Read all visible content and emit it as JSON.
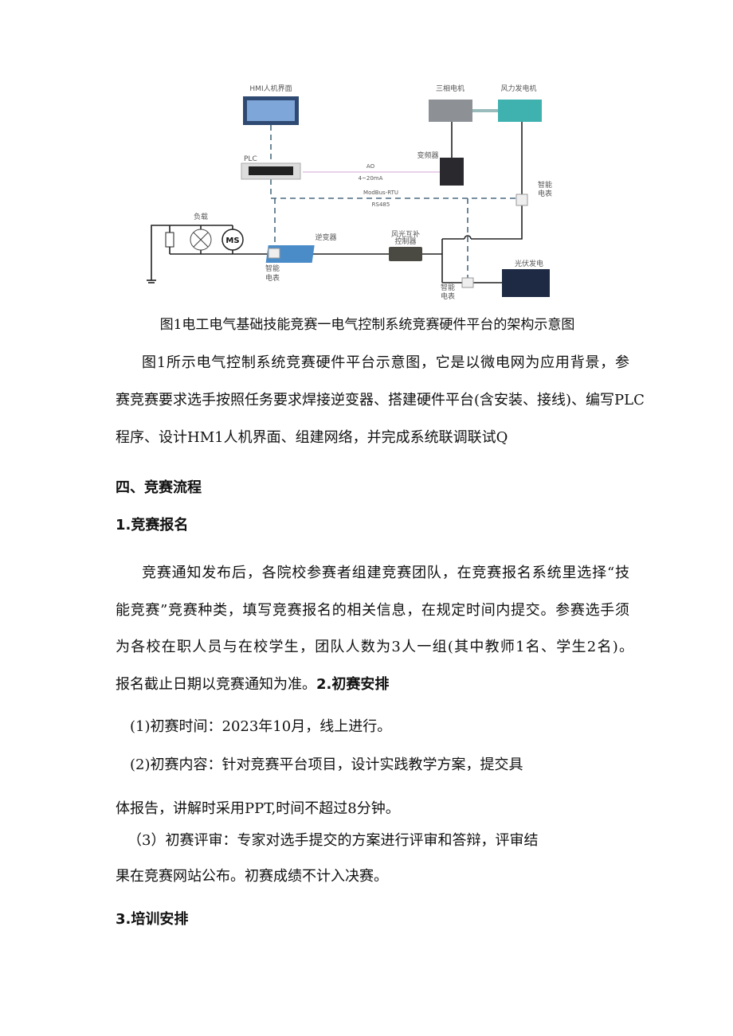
{
  "figure": {
    "labels": {
      "hmi": "HMI人机界面",
      "plc": "PLC",
      "motor": "三相电机",
      "wind_generator": "风力发电机",
      "vfd": "变频器",
      "ao": "AO",
      "current_signal": "4~20mA",
      "modbus": "ModBus-RTU",
      "rs485": "RS485",
      "smart_meter_top": "智能",
      "smart_meter_bottom": "电表",
      "load": "负载",
      "ms": "MS",
      "inverter": "逆变器",
      "controller_line1": "风光互补",
      "controller_line2": "控制器",
      "pv": "光伏发电"
    },
    "caption": "图1电工电气基础技能竞赛一电气控制系统竞赛硬件平台的架构示意图"
  },
  "body": {
    "p1": [
      "图1所示电气控制系统竞赛硬件平台示意图，它是以微电网为应用背景，参",
      "赛竞赛要求选手按照任务要求焊接逆变器、搭建硬件平台(含安装、接线)、编写PLC",
      "程序、设计HM1人机界面、组建网络，并完成系统联调联试Q"
    ],
    "section4": "四、竞赛流程",
    "sub1": "1.竞赛报名",
    "p2": [
      "竞赛通知发布后，各院校参赛者组建竞赛团队，在竞赛报名系统里选择“技",
      "能竞赛”竞赛种类，填写竞赛报名的相关信息，在规定时间内提交。参赛选手须",
      "为各校在职人员与在校学生，团队人数为3人一组(其中教师1名、学生2名)。",
      "报名截止日期以竞赛通知为准。"
    ],
    "sub2": "2.初赛安排",
    "item1": "(1)初赛时间：2023年10月，线上进行。",
    "item2": [
      "(2)初赛内容：针对竞赛平台项目，设计实践教学方案，提交具",
      "体报告，讲解时采用PPT,时间不超过8分钟。"
    ],
    "item3": [
      "（3）初赛评审：专家对选手提交的方案进行评审和答辩，评审结",
      "果在竞赛网站公布。初赛成绩不计入决赛。"
    ],
    "sub3": "3.培训安排"
  }
}
